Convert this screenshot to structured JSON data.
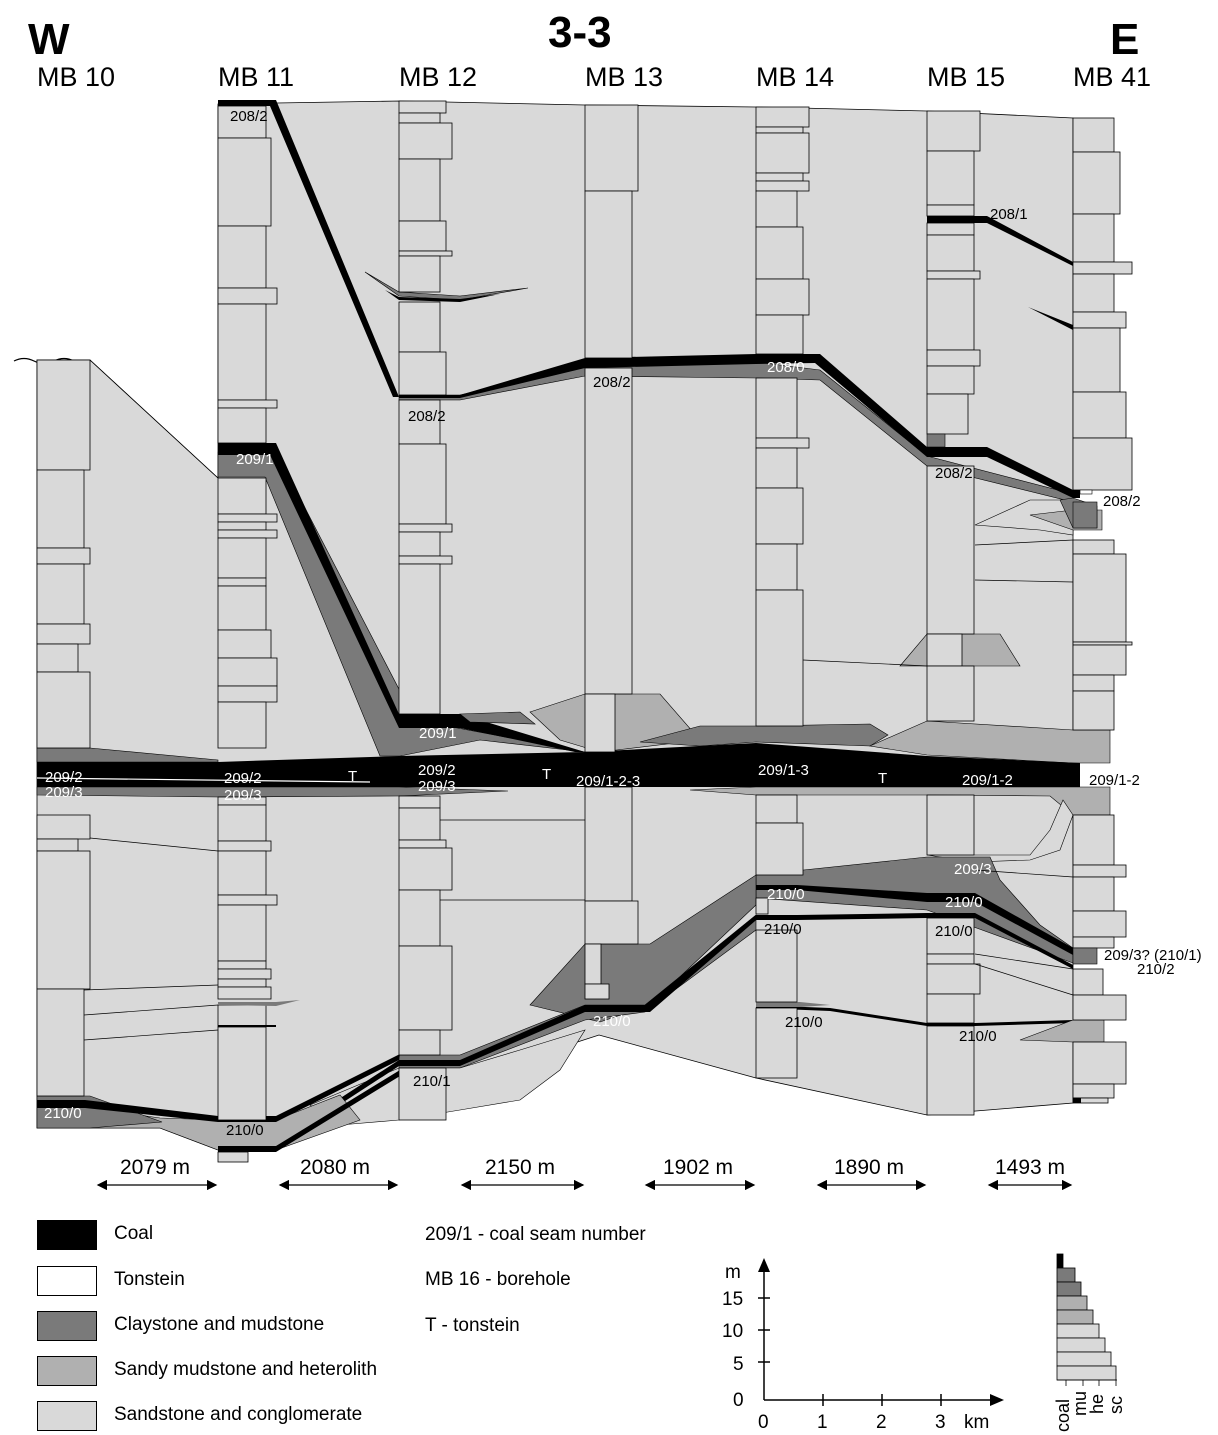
{
  "title": "3-3",
  "direction": {
    "west": "W",
    "east": "E"
  },
  "boreholes": [
    "MB 10",
    "MB 11",
    "MB 12",
    "MB 13",
    "MB 14",
    "MB 15",
    "MB 41"
  ],
  "distances": [
    "2079 m",
    "2080 m",
    "2150 m",
    "1902 m",
    "1890 m",
    "1493 m"
  ],
  "seam_labels": {
    "s208_2_mb11": "208/2",
    "s208_2_mb12": "208/2",
    "s208_2_mb13": "208/2",
    "s208_0_mb14": "208/0",
    "s208_1_mb15": "208/1",
    "s208_2_mb15": "208/2",
    "s208_2_mb41": "208/2",
    "s209_1_mb11": "209/1",
    "s209_1_mb12": "209/1",
    "s209_2_mb10": "209/2",
    "s209_3_mb10": "209/3",
    "s209_2_mb11": "209/2",
    "s209_3_mb11": "209/3",
    "s209_2_mb12": "209/2",
    "s209_3_mb12": "209/3",
    "s209_123_mb13": "209/1-2-3",
    "s209_13_mb14": "209/1-3",
    "s209_12_mb15": "209/1-2",
    "s209_12_mb41": "209/1-2",
    "s209_3_mb15": "209/3",
    "s210_0_mb15a": "210/0",
    "s210_0_mb15b": "210/0",
    "s210_0_mb14a": "210/0",
    "s210_0_mb14b": "210/0",
    "s209_3q_mb41": "209/3? (210/1)",
    "s210_2_mb41": "210/2",
    "s210_0_mb13": "210/0",
    "s210_0_mb14c": "210/0",
    "s210_0_mb15c": "210/0",
    "s210_1_mb12": "210/1",
    "s210_0_mb10": "210/0",
    "s210_0_mb11": "210/0",
    "tonstein_marker": "T"
  },
  "legend": {
    "items": [
      {
        "label": "Coal",
        "color": "#000000"
      },
      {
        "label": "Tonstein",
        "color": "#ffffff"
      },
      {
        "label": "Claystone and mudstone",
        "color": "#7a7a7a"
      },
      {
        "label": "Sandy mudstone and heterolith",
        "color": "#b0b0b0"
      },
      {
        "label": "Sandstone and conglomerate",
        "color": "#d9d9d9"
      }
    ],
    "keys": [
      "209/1 - coal seam number",
      "MB 16 - borehole",
      "T - tonstein"
    ]
  },
  "scale": {
    "vertical_unit": "m",
    "vertical_ticks": [
      "0",
      "5",
      "10",
      "15"
    ],
    "horizontal_unit": "km",
    "horizontal_ticks": [
      "0",
      "1",
      "2",
      "3"
    ]
  },
  "grain_key": [
    "coal",
    "mu",
    "he",
    "sc"
  ],
  "colors": {
    "coal": "#000000",
    "clay": "#7a7a7a",
    "sandy": "#b0b0b0",
    "sand": "#d9d9d9",
    "tonstein": "#ffffff"
  }
}
